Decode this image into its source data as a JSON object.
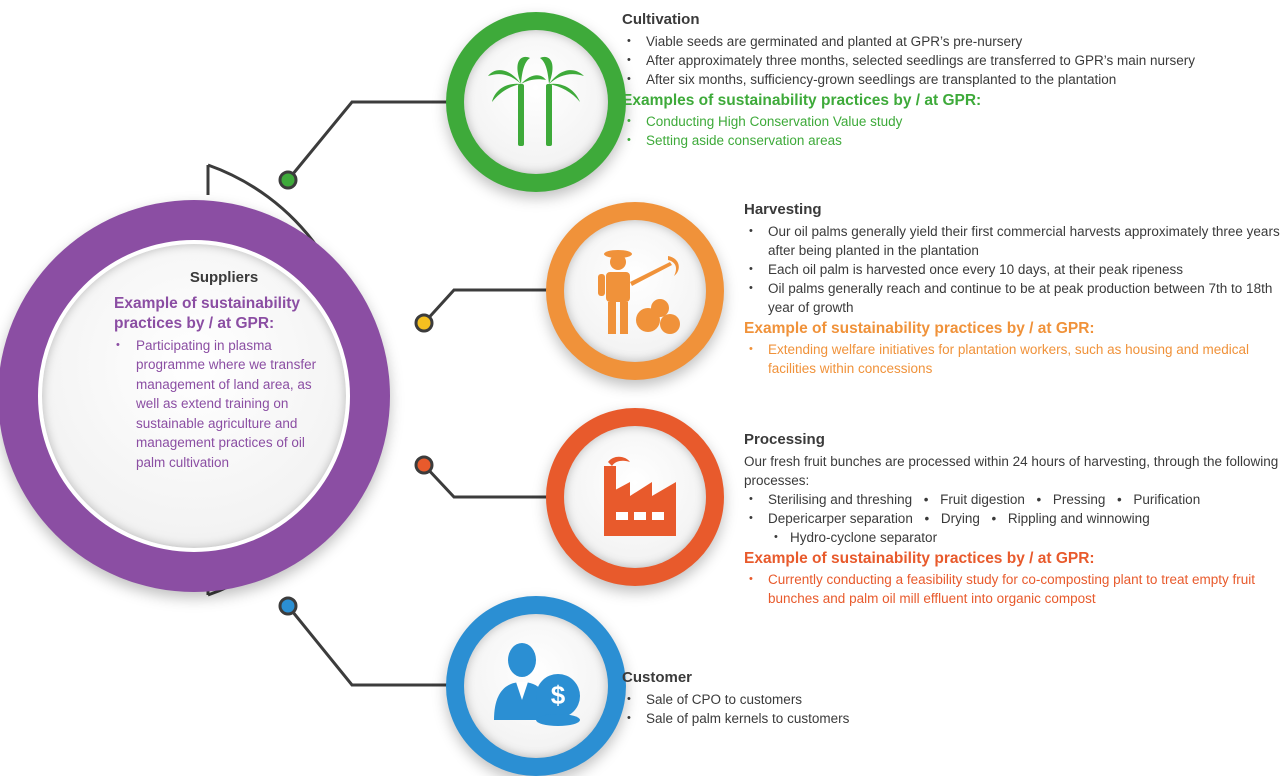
{
  "suppliers": {
    "title": "Suppliers",
    "example_heading": "Example of sustainability practices by / at GPR:",
    "items": [
      "Participating in plasma programme where we transfer management of land area, as well as extend training on sustainable agriculture and management practices of oil palm cultivation"
    ]
  },
  "cultivation": {
    "title": "Cultivation",
    "bullets": [
      "Viable seeds are germinated and planted at GPR’s pre-nursery",
      "After approximately three months, selected seedlings are transferred to GPR’s main nursery",
      "After six months, sufficiency-grown seedlings are transplanted to the plantation"
    ],
    "example_heading": "Examples of sustainability practices by / at GPR:",
    "examples": [
      "Conducting High Conservation Value study",
      "Setting aside conservation areas"
    ]
  },
  "harvesting": {
    "title": "Harvesting",
    "bullets": [
      "Our oil palms generally yield their first commercial harvests approximately three years after being planted in the plantation",
      "Each oil palm is harvested once every 10 days, at their peak ripeness",
      "Oil palms generally reach and continue to be at peak production between 7th to 18th year of growth"
    ],
    "example_heading": "Example of sustainability practices by / at GPR:",
    "examples": [
      "Extending welfare initiatives for plantation workers, such as housing and medical facilities within concessions"
    ]
  },
  "processing": {
    "title": "Processing",
    "intro": "Our fresh fruit bunches are processed within 24 hours of harvesting, through the following processes:",
    "steps": [
      "Sterilising and threshing",
      "Fruit digestion",
      "Pressing",
      "Purification",
      "Depericarper separation",
      "Drying",
      "Rippling and winnowing",
      "Hydro-cyclone separator"
    ],
    "example_heading": "Example of sustainability practices by / at GPR:",
    "examples": [
      "Currently conducting a feasibility study for co-composting plant to treat empty fruit bunches and palm oil mill effluent into organic compost"
    ]
  },
  "customer": {
    "title": "Customer",
    "bullets": [
      "Sale of CPO to customers",
      "Sale of palm kernels to customers"
    ]
  },
  "colors": {
    "green": "#3eaa3a",
    "orange": "#f0923a",
    "red": "#e85a2c",
    "blue": "#2b8fd3",
    "purple": "#8b4ea3",
    "line": "#3c3c3c"
  },
  "icons": [
    "palm-tree-icon",
    "farmer-harvest-icon",
    "factory-icon",
    "customer-dollar-icon"
  ]
}
